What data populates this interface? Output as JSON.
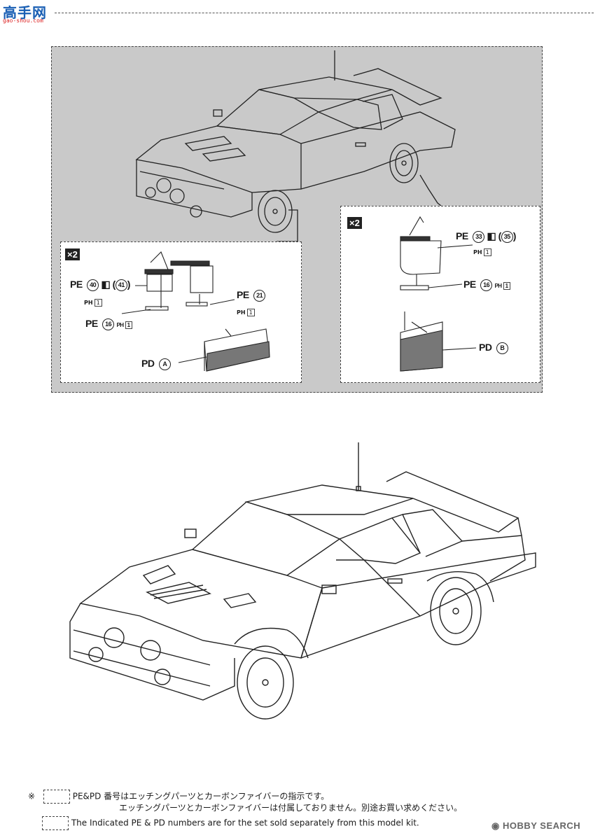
{
  "watermark": {
    "logo": "高手网",
    "sub": "gao-shou.com"
  },
  "panel_left": {
    "multiplier": "×2",
    "callout_a": {
      "prefix": "PE",
      "n1": "40",
      "n2": "41",
      "ph": "PH",
      "ph_box": "1"
    },
    "callout_b": {
      "prefix": "PE",
      "n1": "21",
      "ph": "PH",
      "ph_box": "1"
    },
    "callout_c": {
      "prefix": "PE",
      "n1": "16",
      "ph": "PH",
      "ph_box": "1"
    },
    "callout_d": {
      "prefix": "PD",
      "n1": "A"
    }
  },
  "panel_right": {
    "multiplier": "×2",
    "callout_a": {
      "prefix": "PE",
      "n1": "33",
      "n2": "35",
      "ph": "PH",
      "ph_box": "1"
    },
    "callout_b": {
      "prefix": "PE",
      "n1": "16",
      "ph": "PH",
      "ph_box": "1"
    },
    "callout_c": {
      "prefix": "PD",
      "n1": "B"
    }
  },
  "footnote": {
    "mark": "※",
    "line1": "PE&PD 番号はエッチングパーツとカーボンファイバーの指示です。",
    "line2": "エッチングパーツとカーボンファイバーは付属しておりません。別途お買い求めください。",
    "line3": "The Indicated  PE & PD  numbers are for the set sold separately from this model kit."
  },
  "brand": {
    "text": "HOBBY SEARCH"
  }
}
